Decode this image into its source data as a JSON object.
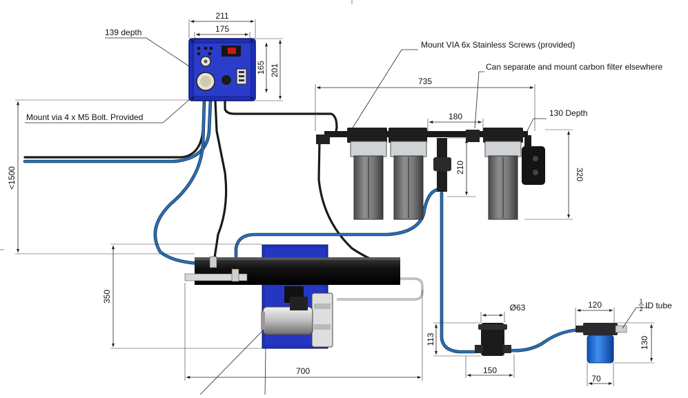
{
  "dimensions": {
    "control_box_width_outer": "211",
    "control_box_width_inner": "175",
    "control_box_depth": "139 depth",
    "control_box_height_inner": "165",
    "control_box_height_outer": "201",
    "mount_bolts": "Mount via 4 x M5 Bolt. Provided",
    "mount_screws": "Mount VIA 6x Stainless Screws (provided)",
    "carbon_filter_note": "Can separate and mount carbon filter elsewhere",
    "filter_span": "735",
    "filter_gap": "180",
    "filter_depth": "130 Depth",
    "filter_inner_height": "210",
    "filter_height": "320",
    "overall_height": "<1500",
    "membrane_height": "350",
    "membrane_width": "700",
    "pump_diameter": "Ø63",
    "pump_height": "113",
    "pump_width": "150",
    "prefilter_width": "120",
    "tube_note": "ID tube",
    "tube_fraction_num": "1",
    "tube_fraction_den": "2",
    "prefilter_height": "130",
    "prefilter_base": "70"
  },
  "colors": {
    "box_blue": "#1f2fb8",
    "hose_blue": "#2a6fb5",
    "housing_grey": "#6f6f6f",
    "prefilter_blue": "#1e6fd6"
  },
  "icons": [
    "control-box",
    "filter-housing",
    "membrane-housing",
    "booster-pump",
    "prefilter"
  ]
}
